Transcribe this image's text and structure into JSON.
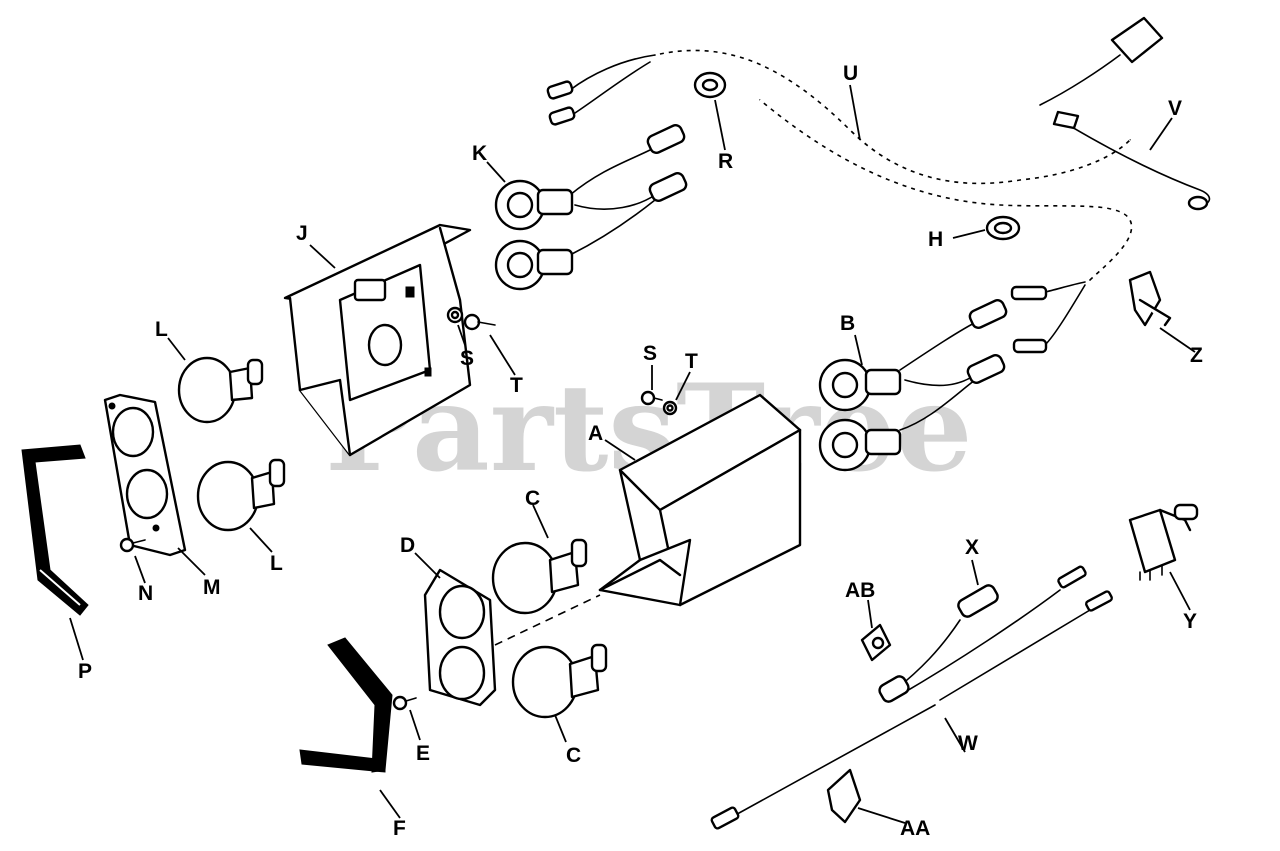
{
  "watermark": "PartsTree",
  "labels": {
    "A": "A",
    "B": "B",
    "C_top": "C",
    "C_bottom": "C",
    "D": "D",
    "E": "E",
    "F": "F",
    "H": "H",
    "J": "J",
    "K": "K",
    "L_top": "L",
    "L_bottom": "L",
    "M": "M",
    "N": "N",
    "P": "P",
    "R": "R",
    "S_left": "S",
    "S_right": "S",
    "T_left": "T",
    "T_right": "T",
    "U": "U",
    "V": "V",
    "W": "W",
    "X": "X",
    "Y": "Y",
    "Z": "Z",
    "AA": "AA",
    "AB": "AB"
  }
}
